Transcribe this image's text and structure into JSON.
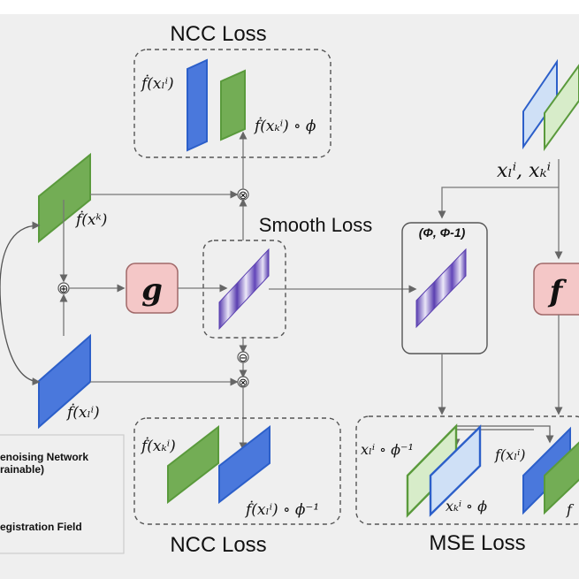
{
  "titles": {
    "ncc_top": "NCC Loss",
    "ncc_bottom": "NCC Loss",
    "smooth": "Smooth Loss",
    "mse": "MSE Loss"
  },
  "blocks": {
    "g": "g",
    "f": "f"
  },
  "field_pair_label": "(Φ, Φ-1)",
  "labels": {
    "fk_left": "ḟ(xᵏ)",
    "fl_left": "ḟ(xₗⁱ)",
    "top_fl": "ḟ(xₗⁱ)",
    "top_fk_phi": "ḟ(xₖⁱ) ∘ ϕ",
    "bot_fk": "ḟ(xₖⁱ)",
    "bot_fl_phi": "ḟ(xₗⁱ) ∘ ϕ⁻¹",
    "input_pair": "xₗⁱ, xₖⁱ",
    "mse_xl_phi": "xₗⁱ ∘ ϕ⁻¹",
    "mse_xk_phi": "xₖⁱ ∘ ϕ",
    "mse_fl": "f(xₗⁱ)",
    "mse_f_cut": "f"
  },
  "operators": {
    "plus": "⊕",
    "otimes": "⊗",
    "ominus": "⊖"
  },
  "legend": {
    "denoise_line1": "enoising Network",
    "denoise_line2": "rainable)",
    "registration": "egistration Field"
  },
  "colors": {
    "green_fill": "#73ad55",
    "green_stroke": "#5a9a3c",
    "blue_fill": "#4a78dc",
    "blue_stroke": "#2c5fc9",
    "light_green": "#d7ecc9",
    "light_blue": "#cfe0f6",
    "block_fill": "#f4c7c7",
    "block_stroke": "#a06868",
    "dashed": "#555555",
    "arrow": "#777777"
  }
}
